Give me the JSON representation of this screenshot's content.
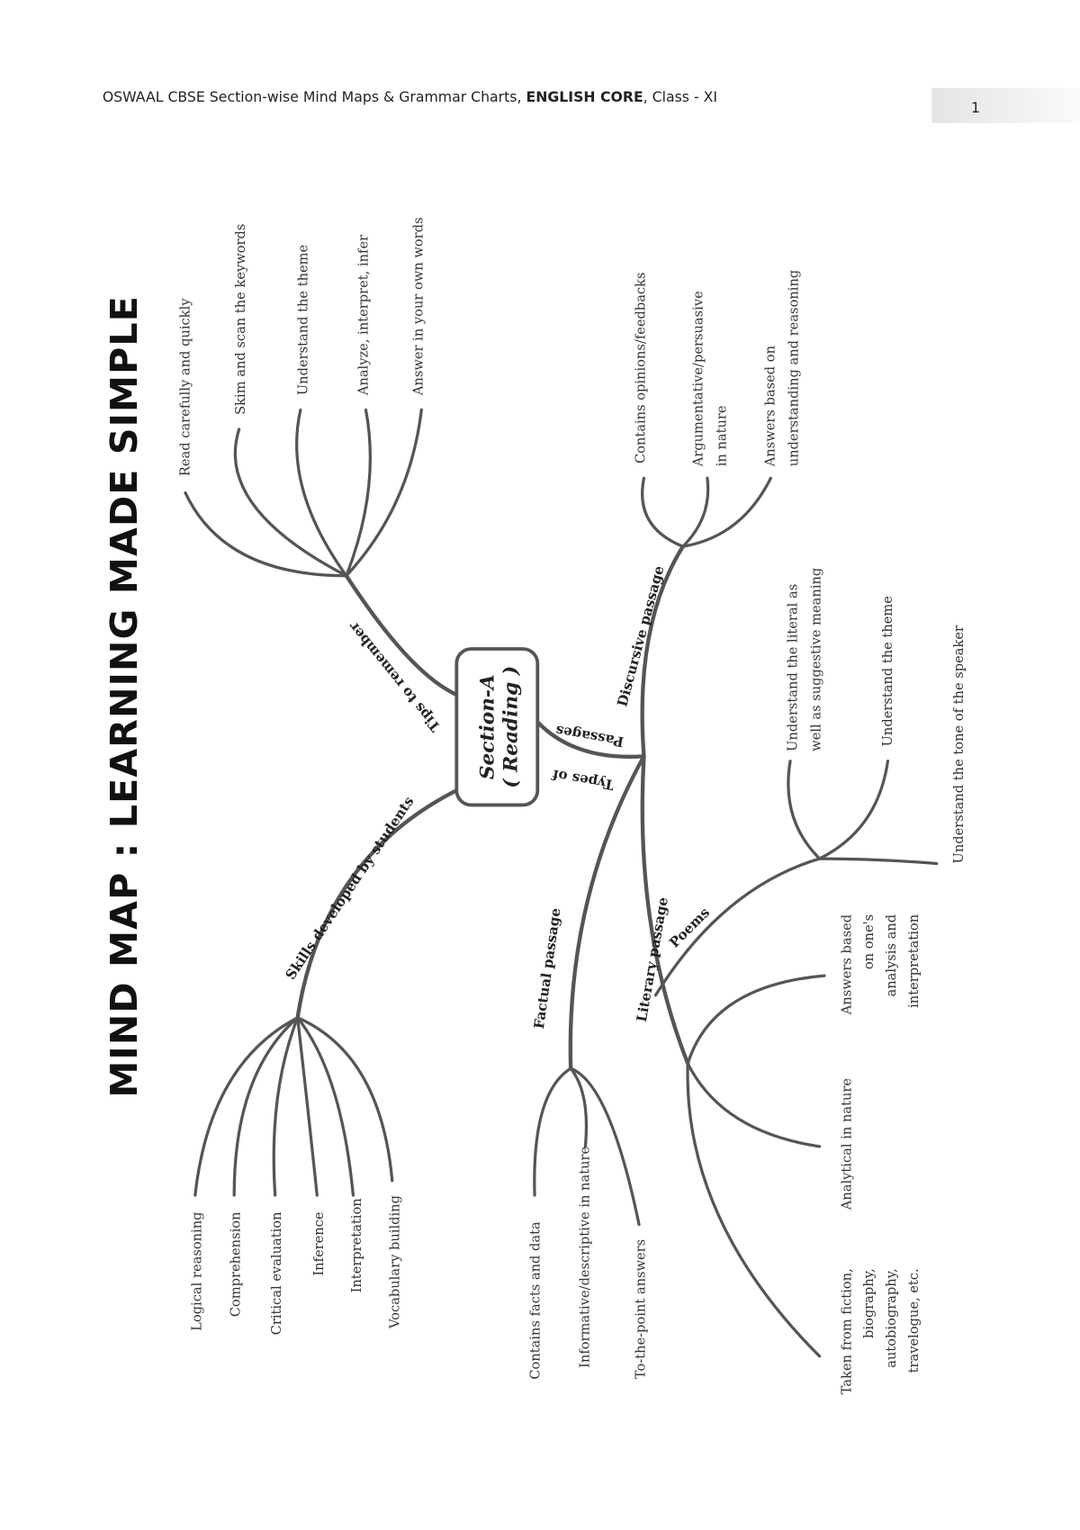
{
  "header": {
    "text_pre": "OSWAAL CBSE Section-wise Mind Maps & Grammar Charts, ",
    "text_bold": "ENGLISH CORE",
    "text_post": ", Class - XI",
    "page_number": "1"
  },
  "title": "MIND MAP : LEARNING MADE SIMPLE",
  "center": {
    "line1": "Section-A",
    "line2": "( Reading )"
  },
  "tips": {
    "label": "Tips to remember",
    "items": [
      "Read carefully and quickly",
      "Skim and scan the keywords",
      "Understand the theme",
      "Analyze, interpret, infer",
      "Answer in your own words"
    ]
  },
  "skills": {
    "label": "Skills developed by students",
    "items": [
      "Logical reasoning",
      "Comprehension",
      "Critical evaluation",
      "Inference",
      "Interpretation",
      "Vocabulary building"
    ]
  },
  "types": {
    "label1": "Passages",
    "label2": "Types of"
  },
  "discursive": {
    "label": "Discursive passage",
    "items": [
      [
        "Contains opinions/feedbacks"
      ],
      [
        "Argumentative/persuasive",
        "in nature"
      ],
      [
        "Answers based on",
        "understanding and reasoning"
      ]
    ]
  },
  "factual": {
    "label": "Factual passage",
    "items": [
      "Contains facts and data",
      "Informative/descriptive in nature",
      "To-the-point answers"
    ]
  },
  "literary": {
    "label": "Literary passage",
    "items": [
      [
        "Taken from fiction,",
        "biography,",
        "autobiography,",
        "travelogue, etc."
      ],
      [
        "Analytical in nature"
      ],
      [
        "Answers based",
        "on one's",
        "analysis and",
        "interpretation"
      ]
    ]
  },
  "poems": {
    "label": "Poems",
    "items": [
      [
        "Understand the literal as",
        "well as suggestive meaning"
      ],
      [
        "Understand the theme"
      ],
      [
        "Understand the tone of the speaker"
      ]
    ]
  }
}
